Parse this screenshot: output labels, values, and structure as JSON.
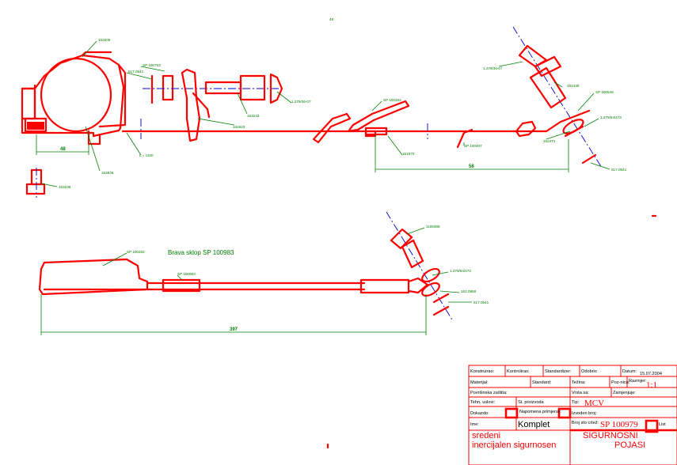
{
  "drawing": {
    "header_mark": "48",
    "labels": {
      "top_clamp": "163209",
      "sp_100753": "SP 100753",
      "nut_517": "517.0541",
      "screw_163243": "163243",
      "cap_1279": "1.279/36-07",
      "lever_162623": "162623",
      "sp_100332": "SP 100332",
      "part_161970": "161970",
      "sp_100407": "SP 100407",
      "part_1279_top_right": "1.279/36-07",
      "part_161430": "161430",
      "sp_100546": "SP 100546",
      "part_1279_right": "1.279/64/473",
      "part_162471": "162471",
      "washer_517_right": "517.0541",
      "bolt_163236": "163236",
      "housing_163846": "163846",
      "cable_note": "L = 1100",
      "lower_left_sp": "SP 100332",
      "lower_tube_sp": "SP 100993",
      "lower_bolt": "1186488",
      "lower_1279": "1.279/64/473",
      "lower_162": "162.0958",
      "lower_517": "517.0541"
    },
    "dims": {
      "left_offset": "48",
      "right_len": "58",
      "bottom_len": "397"
    },
    "lower_title": "Brava sklop SP 100983"
  },
  "title_block": {
    "row1": {
      "konstruirao_lbl": "Konstruirao:",
      "kontrolirao_lbl": "Kontrolirao:",
      "standardizer_lbl": "Standardizer:",
      "odobrio_lbl": "Odobrio",
      "datum_lbl": "Datum:",
      "datum_val": "15.07.2004"
    },
    "row2": {
      "materijal_lbl": "Materijal:",
      "standard_lbl": "Standard:",
      "tezina_lbl": "Težina:",
      "pozicija_lbl": "Poz-nica:",
      "razmjer_lbl": "Razmjer:",
      "razmjer_val": "1:1"
    },
    "row3": {
      "povrsinska_lbl": "Površinska zaštita:",
      "vrsta_lbl": "Vrsta sa:",
      "zamjenjuje_lbl": "Zamjenjuje:"
    },
    "row4": {
      "tehn_lbl": "Tehn. uslovi:",
      "tip_lbl": "Tip:",
      "tip_val": "MCV",
      "st_proizvoda_lbl": "St. proizvoda"
    },
    "row5": {
      "dokaz_lbl": "Dokazdo:",
      "napomena_lbl": "Napomena primjersk:",
      "izvoden_lbl": "Izvoden broj:"
    },
    "row6": {
      "ime_lbl": "Ime:",
      "ime_val": "Komplet",
      "desc_line1": "sredeni",
      "desc_line2": "inercijalen sigurnosen",
      "broj_lbl": "Broj sto crtež:",
      "broj_val": "SP 100979",
      "naziv_line1": "SIGURNOSNI",
      "naziv_line2": "POJASI",
      "list_lbl": "List"
    }
  }
}
